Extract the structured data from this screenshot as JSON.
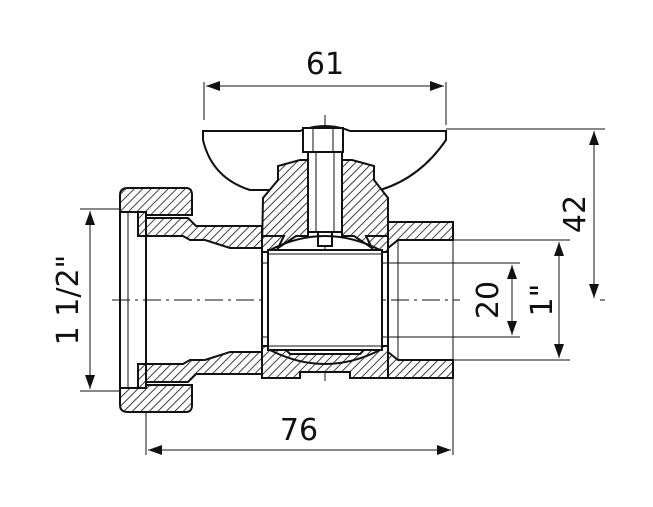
{
  "drawing": {
    "dimensions": {
      "handle_span": "61",
      "overall_length": "76",
      "height": "42",
      "bore": "20",
      "outlet_thread": "1\"",
      "inlet_thread": "1 1/2\""
    }
  }
}
